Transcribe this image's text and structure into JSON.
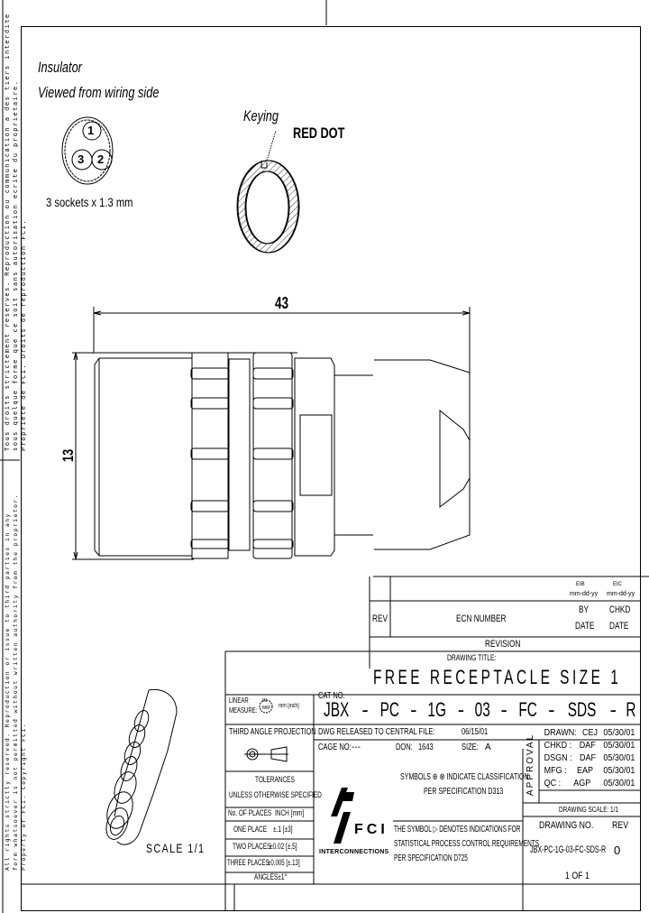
{
  "side_notice": {
    "french": [
      "Tous droits strictement reserves. Reproduction ou communication a des tiers interdite",
      "sous quelque forme que ce soit sans autorisation ecrite du proprietaire.",
      "Propriete de FCI. Droits de reproduction FCI."
    ],
    "english": [
      "All rights strictly reserved. Reproduction or issue to third parties in any",
      "form whatsoever is not permitted without written authority from the proprietor.",
      "Property of FCI. Copyright FCI."
    ]
  },
  "insulator": {
    "title": "Insulator",
    "subtitle": "Viewed from wiring side",
    "sockets": [
      "1",
      "2",
      "3"
    ],
    "caption": "3 sockets x 1.3 mm"
  },
  "keying": {
    "label": "Keying",
    "marker": "RED DOT"
  },
  "dimensions": {
    "length": "43",
    "diameter": "13"
  },
  "revision_block": {
    "rev_label": "REV",
    "ecn_label": "ECN NUMBER",
    "by_date": {
      "code": "EIB",
      "format": "mm-dd-yy",
      "label1": "BY",
      "label2": "DATE"
    },
    "chkd_date": {
      "code": "EIC",
      "format": "mm-dd-yy",
      "label1": "CHKD",
      "label2": "DATE"
    },
    "revision_label": "REVISION"
  },
  "title_block": {
    "drawing_title_label": "DRAWING TITLE:",
    "drawing_title": "FREE RECEPTACLE SIZE 1",
    "cat_no_label": "CAT NO.",
    "cat_no_parts": [
      "JBX",
      "-",
      "PC",
      "-",
      "1G",
      "-",
      "03",
      "-",
      "FC",
      "-",
      "SDS",
      "-",
      "R"
    ],
    "released_label": "DWG RELEASED TO CENTRAL FILE:",
    "released_date": "06/15/01",
    "cage_label": "CAGE NO:",
    "cage_value": "---",
    "don_label": "DON:",
    "don_value": "1643",
    "size_label": "SIZE:",
    "size_value": "A",
    "approval_label": "APPROVAL",
    "approvals": [
      {
        "role": "DRAWN:",
        "initials": "CEJ",
        "date": "05/30/01"
      },
      {
        "role": "CHKD :",
        "initials": "DAF",
        "date": "05/30/01"
      },
      {
        "role": "DSGN :",
        "initials": "DAF",
        "date": "05/30/01"
      },
      {
        "role": "MFG :",
        "initials": "EAP",
        "date": "05/30/01"
      },
      {
        "role": "QC :",
        "initials": "AGP",
        "date": "05/30/01"
      }
    ],
    "drawing_scale": "DRAWING SCALE: 1/1",
    "drawing_no_label": "DRAWING NO.",
    "rev_label": "REV",
    "drawing_no": "JBX-PC-1G-03-FC-SDS-R",
    "rev_value": "0",
    "sheet": "1 OF 1",
    "classification_note": [
      "SYMBOLS ⊕ ⊗ INDICATE CLASSIFICATION",
      "PER SPECIFICATION D313"
    ],
    "spc_note": [
      "THE SYMBOL ▷ DENOTES INDICATIONS FOR",
      "STATISTICAL PROCESS CONTROL REQUIREMENTS",
      "PER SPECIFICATION D725"
    ]
  },
  "left_block": {
    "linear_measure_label": [
      "LINEAR",
      "MEASURE:"
    ],
    "linear_measure_symbols": [
      "IN",
      "MM"
    ],
    "linear_measure_value": "mm [inch]",
    "projection": "THIRD ANGLE PROJECTION",
    "tolerances_title": [
      "TOLERANCES",
      "UNLESS OTHERWISE SPECIFIED"
    ],
    "tolerance_header": {
      "places": "No. OF PLACES",
      "unit": "INCH [mm]"
    },
    "tolerances": [
      {
        "places": "ONE PLACE",
        "value": "±.1 [±3]"
      },
      {
        "places": "TWO PLACES",
        "value": "±0.02 [±.5]"
      },
      {
        "places": "THREE PLACES",
        "value": "±0.005 [±.13]"
      }
    ],
    "angles": "ANGLES±1°"
  },
  "logo": {
    "brand": "FCI",
    "tagline": "INTERCONNECTIONS"
  },
  "scale_note": "SCALE 1/1"
}
